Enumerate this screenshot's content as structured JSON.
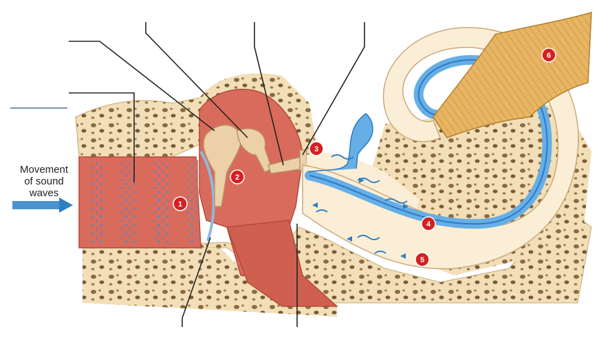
{
  "diagram": {
    "label_lines": [
      "Movement",
      "of sound",
      "waves"
    ],
    "markers": [
      "1",
      "2",
      "3",
      "4",
      "5",
      "6"
    ],
    "colors": {
      "bone": "#f2dfb8",
      "bone_pit": "#8b6a44",
      "flesh": "#d96b5c",
      "flesh_light": "#eea293",
      "canal": "#c9573f",
      "fluid": "#66aee6",
      "fluid_dark": "#2c79c7",
      "ossicle": "#ecd0a8",
      "nerve": "#e3b05a",
      "marker": "#d42020",
      "leader": "#222222",
      "arrow": "#2d7fc4"
    },
    "icons": [
      "sound-wave-arrow-icon",
      "fluid-wave-arrow-icon"
    ]
  }
}
